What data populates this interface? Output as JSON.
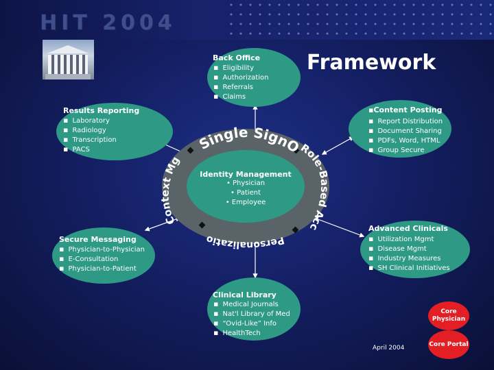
{
  "header": {
    "banner_title": "HIT 2004",
    "slide_title": "Framework"
  },
  "center": {
    "ring_top": "Single SignOn",
    "ring_right": "Role-Based Access",
    "ring_bottom": "Personalization",
    "ring_left": "Context Mgmt",
    "title": "Identity Management",
    "items": [
      "• Physician",
      "• Patient",
      "• Employee"
    ]
  },
  "nodes": {
    "back_office": {
      "title": "Back Office",
      "items": [
        "Eligibility",
        "Authorization",
        "Referrals",
        "Claims"
      ]
    },
    "results_reporting": {
      "title": "Results Reporting",
      "items": [
        "Laboratory",
        "Radiology",
        "Transcription",
        "PACS"
      ]
    },
    "content_posting": {
      "title": "Content Posting",
      "items": [
        "Report Distribution",
        "Document Sharing",
        "PDFs, Word, HTML",
        "Group Secure"
      ]
    },
    "secure_messaging": {
      "title": "Secure Messaging",
      "items": [
        "Physician-to-Physician",
        "E-Consultation",
        "Physician-to-Patient"
      ]
    },
    "advanced_clinicals": {
      "title": "Advanced Clinicals",
      "items": [
        "Utilization Mgmt",
        "Disease Mgmt",
        "Industry Measures",
        "SH Clinical Initiatives"
      ]
    },
    "clinical_library": {
      "title": "Clinical Library",
      "items": [
        "Medical Journals",
        "Nat'l Library of Med",
        "“Ovid-Like” Info",
        "HealthTech"
      ]
    }
  },
  "legend": {
    "core_physician": "Core Physician",
    "core_portal": "Core Portal",
    "date": "April 2004"
  },
  "colors": {
    "node": "#2e9a86",
    "ring": "#5a6468",
    "core": "#e31e24",
    "background": "#141f63"
  }
}
